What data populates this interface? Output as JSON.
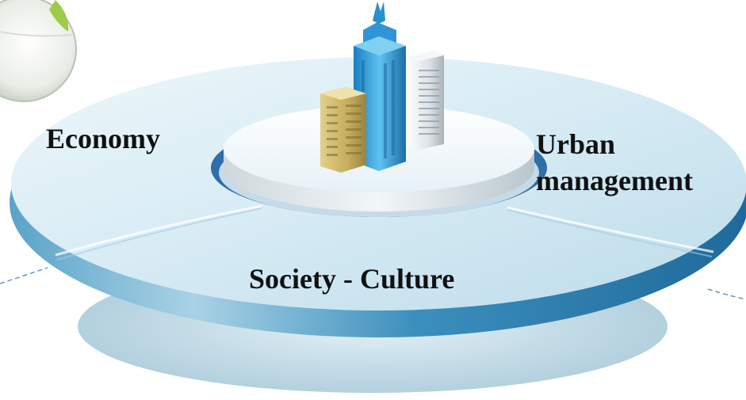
{
  "segments": {
    "economy": "Economy",
    "urban_management": [
      "Urban",
      "management"
    ],
    "society_culture": "Society - Culture"
  },
  "center_icon": "city-buildings-icon",
  "decor_icon": "globe-icon",
  "colors": {
    "disc_top": "#d7ecf5",
    "disc_edge": "#3b8fbd",
    "shadow_disc": "#c9dfea",
    "pedestal_edge": "#2f6ea6",
    "text": "#111111"
  }
}
